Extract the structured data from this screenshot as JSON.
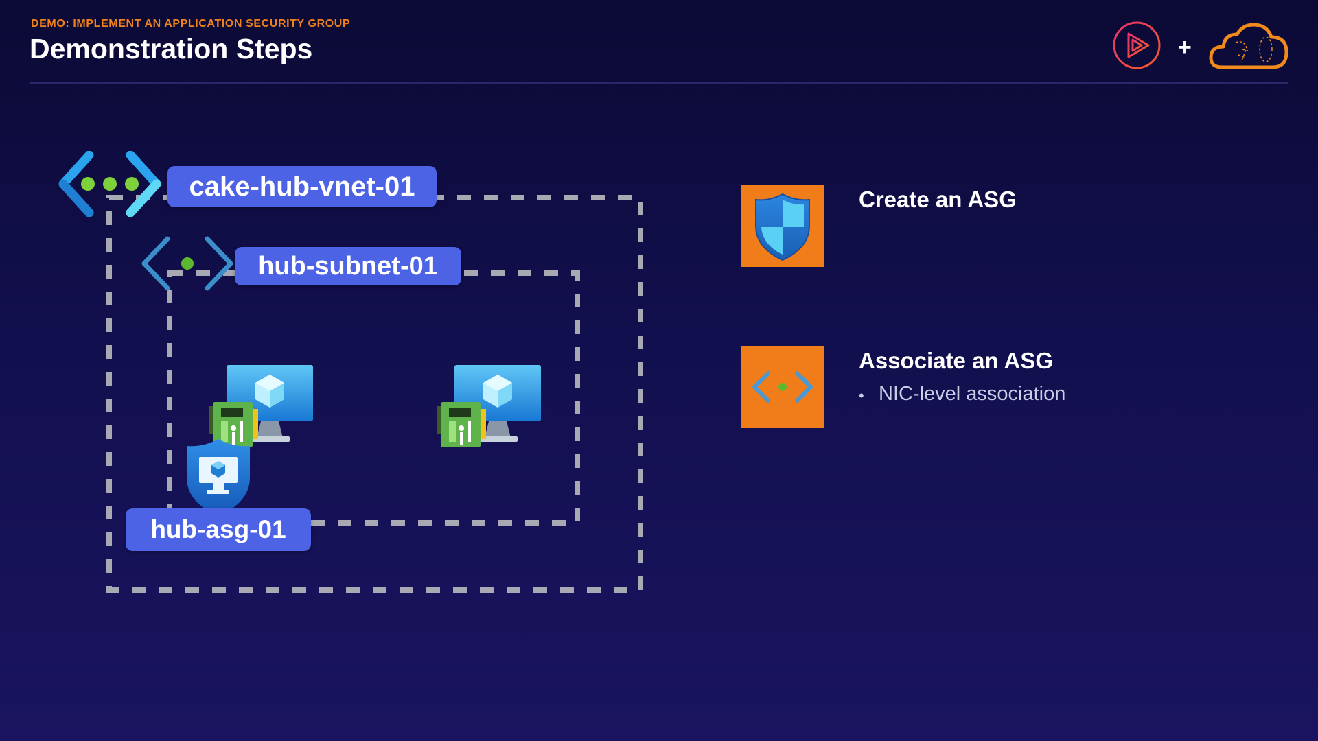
{
  "header": {
    "eyebrow": "DEMO: IMPLEMENT AN APPLICATION SECURITY GROUP",
    "title": "Demonstration Steps",
    "plus": "+"
  },
  "diagram": {
    "vnet_label": "cake-hub-vnet-01",
    "subnet_label": "hub-subnet-01",
    "asg_label": "hub-asg-01"
  },
  "steps": [
    {
      "title": "Create an ASG",
      "icon": "shield-icon"
    },
    {
      "title": "Associate an ASG",
      "bullet": "NIC-level association",
      "icon": "network-brackets-icon"
    }
  ],
  "colors": {
    "accent": "#f07d1a",
    "label_bg": "#4d63e6",
    "dash": "#a9a9b3"
  }
}
